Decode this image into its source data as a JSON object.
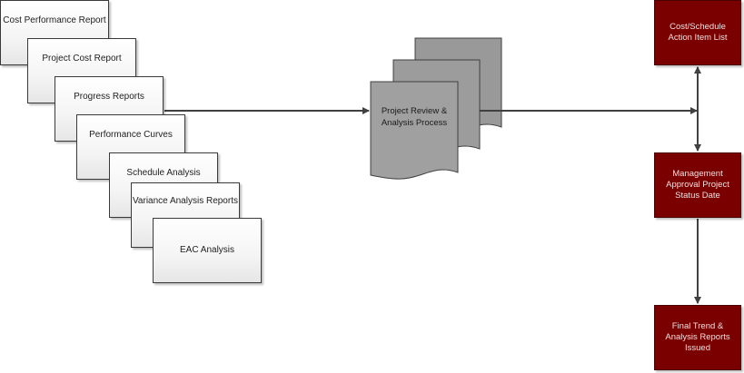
{
  "reports": [
    "Cost Performance Report",
    "Project Cost Report",
    "Progress Reports",
    "Performance Curves",
    "Schedule Analysis",
    "Variance Analysis Reports",
    "EAC Analysis"
  ],
  "process": {
    "label": "Project Review & Analysis Process"
  },
  "outputs": [
    "Cost/Schedule Action Item List",
    "Management Approval Project Status Date",
    "Final Trend & Analysis Reports Issued"
  ],
  "colors": {
    "output_box": "#7a0000",
    "process_doc": "#9a9a9a",
    "connector": "#404040"
  }
}
